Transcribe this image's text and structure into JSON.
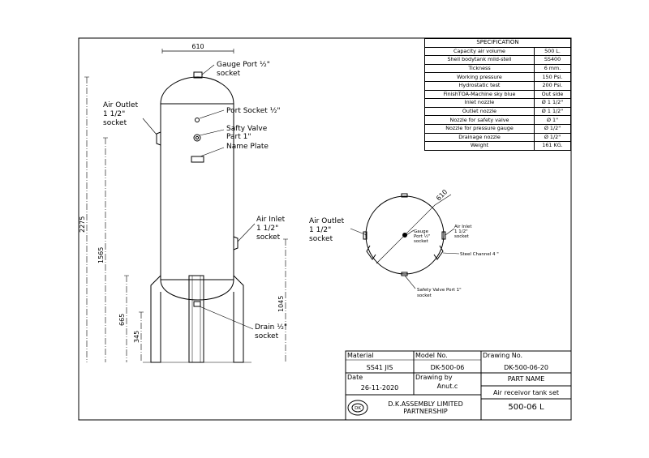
{
  "specification": {
    "title": "SPECIFICATION",
    "rows": [
      {
        "label": "Capacity air volume",
        "value": "500 L."
      },
      {
        "label": "Shell bodytank mild-stell",
        "value": "SS400"
      },
      {
        "label": "Tickness",
        "value": "6 mm."
      },
      {
        "label": "Working pressure",
        "value": "150 Psi."
      },
      {
        "label": "Hydrostatic test",
        "value": "200 Psi."
      },
      {
        "label": "FinishTOA-Machine sky blue",
        "value": "Out side"
      },
      {
        "label": "Inlet nozzle",
        "value": "Ø 1 1/2\""
      },
      {
        "label": "Outlet nozzle",
        "value": "Ø 1 1/2\""
      },
      {
        "label": "Nozzle for safety valve",
        "value": "Ø   1\""
      },
      {
        "label": "Nozzle for pressure gauge",
        "value": "Ø  1/2\""
      },
      {
        "label": "Drainage nozzle",
        "value": "Ø  1/2\""
      },
      {
        "label": "Weight",
        "value": "161 KG."
      }
    ]
  },
  "elevation": {
    "width_dim": "610",
    "gauge_port": [
      "Gauge Port ½\"",
      "socket"
    ],
    "air_outlet": [
      "Air Outlet",
      "1 1/2\"",
      "socket"
    ],
    "port_socket": "Port Socket ½\"",
    "safety_valve": [
      "Safty Valve",
      "Part 1\""
    ],
    "name_plate": "Name Plate",
    "air_inlet": [
      "Air Inlet",
      "1 1/2\"",
      "socket"
    ],
    "drain": [
      "Drain ½\"",
      "socket"
    ],
    "dims": {
      "overall": "2275",
      "inlet": "1565",
      "body_bottom": "665",
      "leg": "345",
      "right": "1045"
    }
  },
  "plan": {
    "diameter": "610",
    "air_outlet": [
      "Air Outlet",
      "1 1/2\"",
      "socket"
    ],
    "air_inlet": [
      "Air Inlet",
      "1 1/2\"",
      "socket"
    ],
    "gauge": [
      "Gauge",
      "Port ½\"",
      "socket"
    ],
    "steel_channel": "Steel Channel 4 \"",
    "safety_valve": [
      "Safety Valve Port 1\"",
      "socket"
    ]
  },
  "title_block": {
    "material_label": "Material",
    "material_value": "SS41 JIS",
    "model_label": "Model No.",
    "model_value": "DK-500-06",
    "drawing_no_label": "Drawing No.",
    "drawing_no_value": "DK-500-06-20",
    "date_label": "Date",
    "date_value": "26-11-2020",
    "drawing_by_label": "Drawing by",
    "drawing_by_value": "Anut.c",
    "part_name_label": "PART NAME",
    "part_name_value": "Air receivor tank set",
    "company_line1": "D.K.ASSEMBLY LIMITED",
    "company_line2": "PARTNERSHIP",
    "part_code": "500-06  L",
    "logo_text": "DK"
  }
}
